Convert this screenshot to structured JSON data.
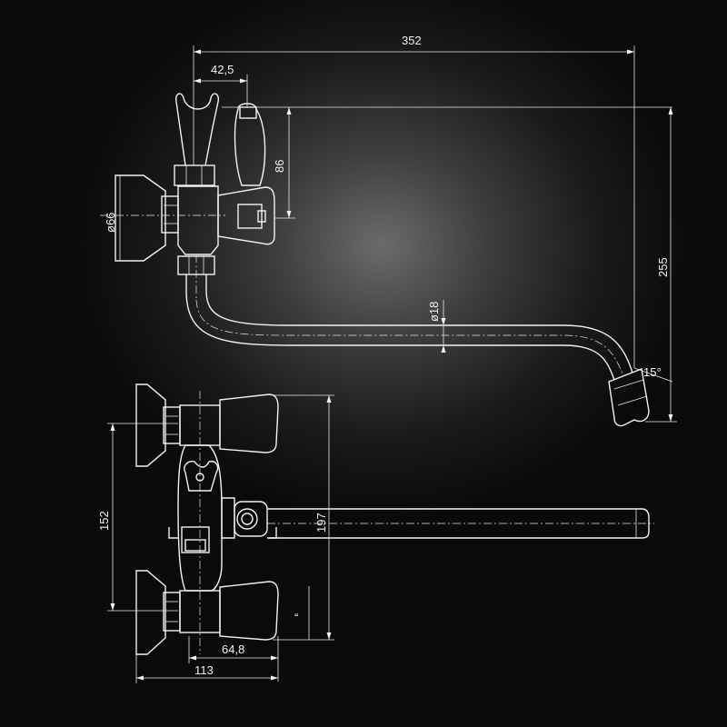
{
  "dimensions": {
    "total_length": "352",
    "handle_offset": "42,5",
    "handle_height": "86",
    "flange_diameter": "ø66",
    "spout_diameter": "ø18",
    "height_total": "255",
    "outlet_angle": "15°",
    "inlet_spacing": "152",
    "front_height": "197",
    "body_depth": "64,8",
    "overall_depth": "113"
  },
  "colors": {
    "line": "#f2f2f2",
    "background": "#0a0a0a"
  }
}
